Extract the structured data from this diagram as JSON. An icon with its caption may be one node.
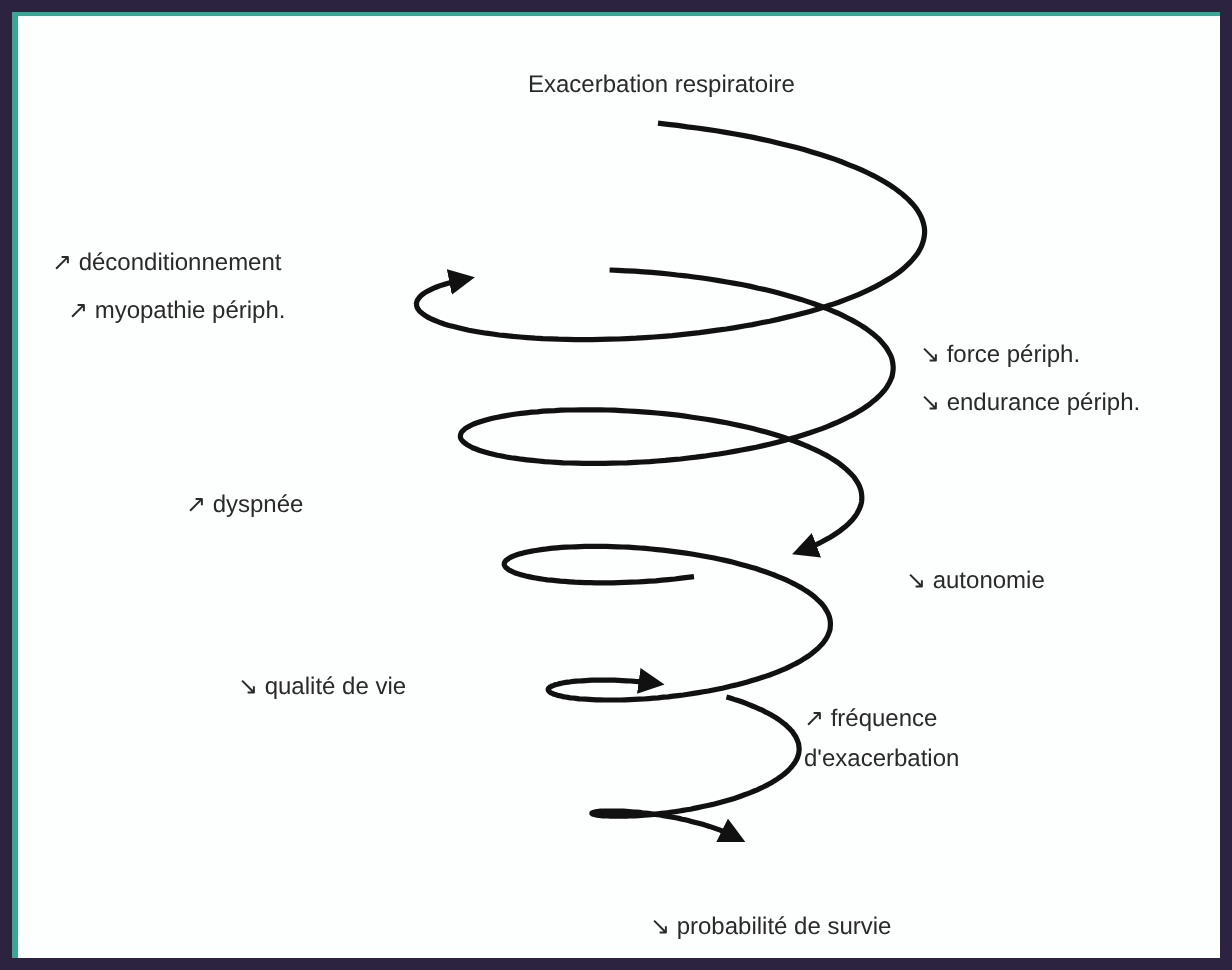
{
  "diagram": {
    "title": "Exacerbation respiratoire",
    "labels": [
      "↗ déconditionnement",
      "↗ myopathie périph.",
      "↘ force périph.",
      "↘ endurance périph.",
      "↗ dyspnée",
      "↘ autonomie",
      "↘ qualité de vie",
      "↗ fréquence d'exacerbation",
      "↘ probabilité de survie"
    ]
  }
}
